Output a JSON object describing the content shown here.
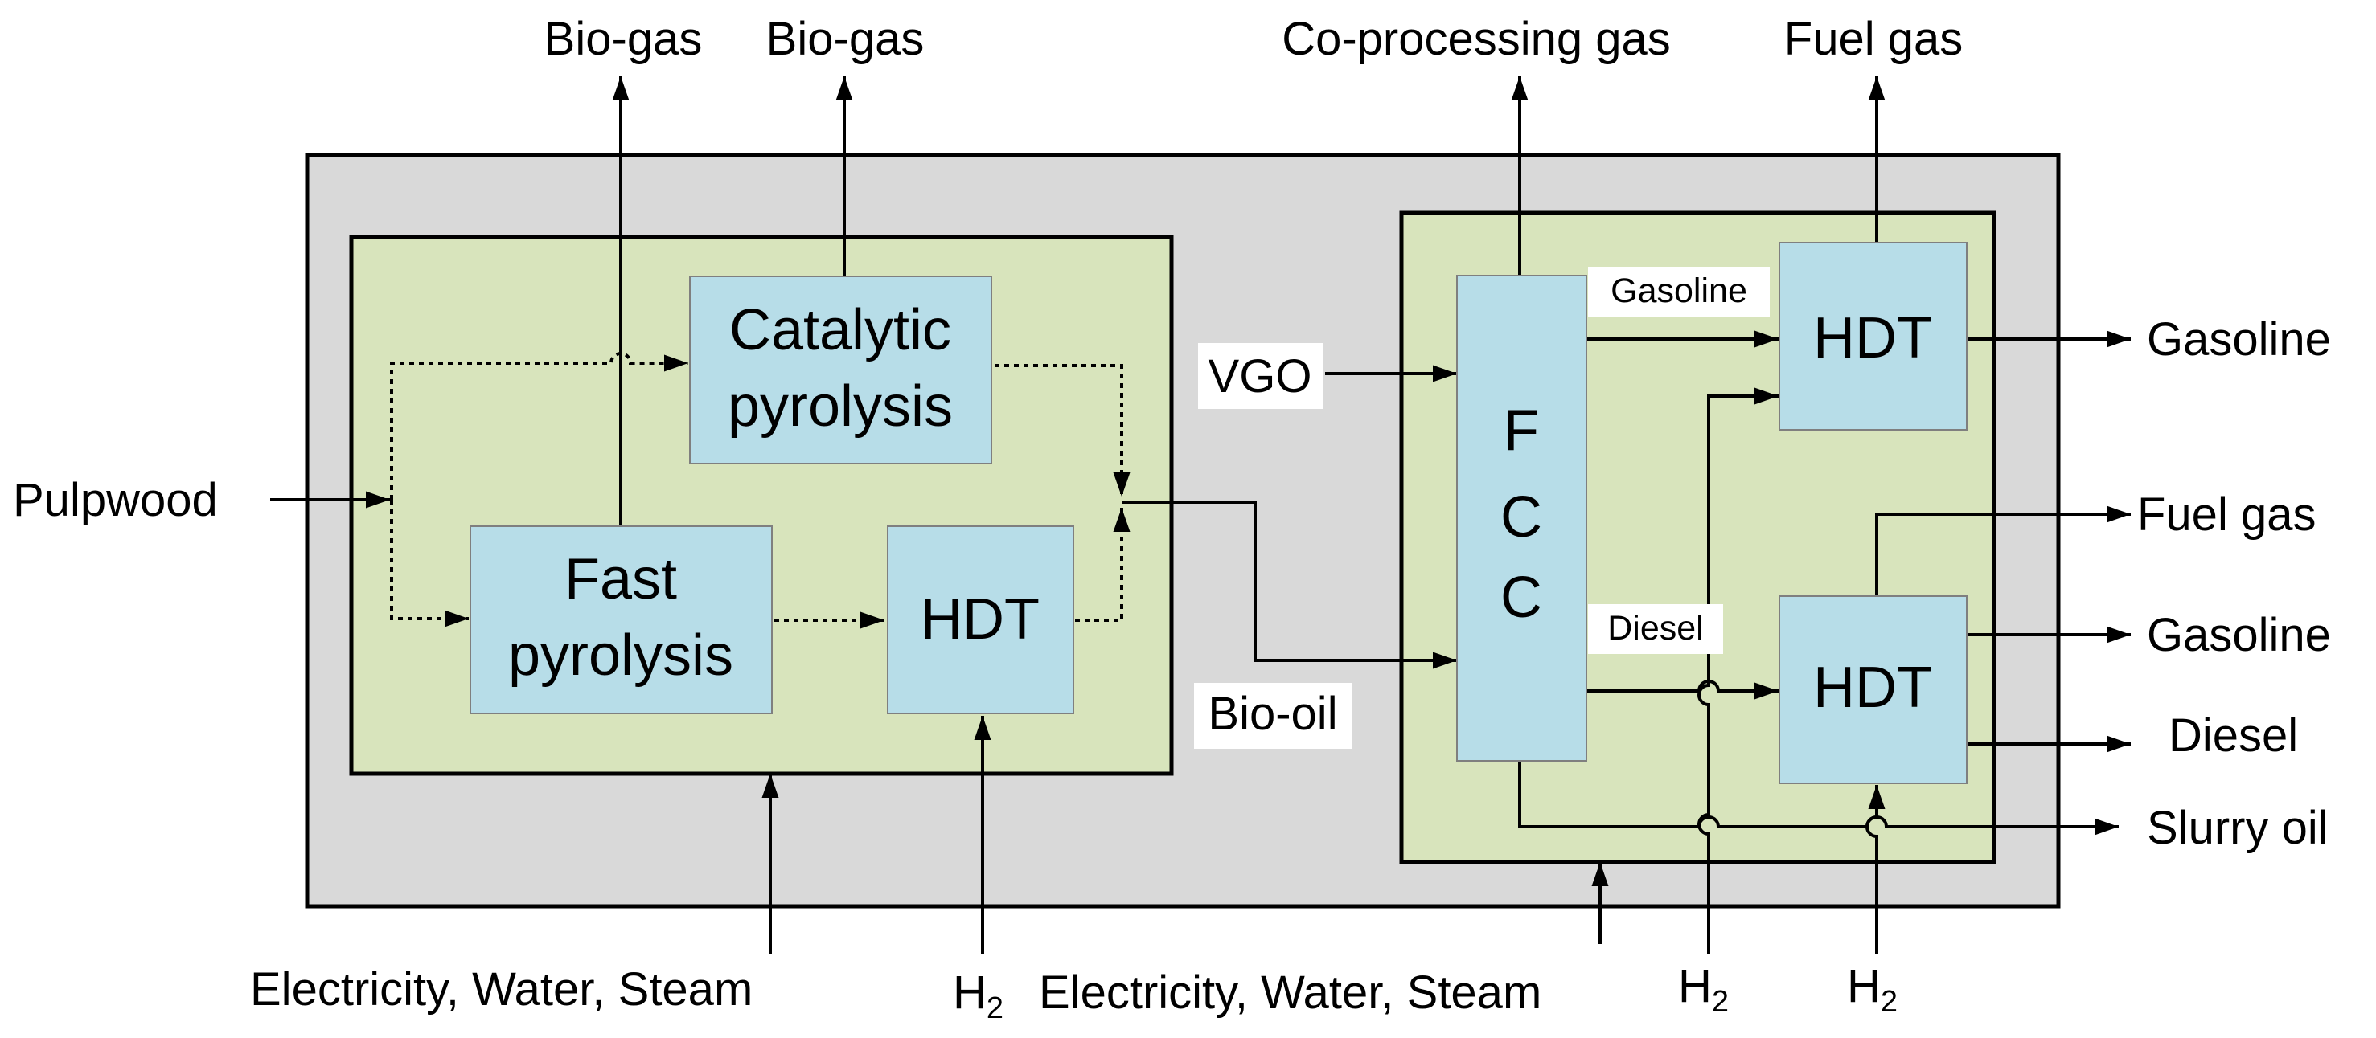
{
  "colors": {
    "outer_fill": "#d9d9d9",
    "panel_fill": "#d8e4bc",
    "unit_fill": "#b7dde8",
    "line": "#000000"
  },
  "units": {
    "catalytic_line1": "Catalytic",
    "catalytic_line2": "pyrolysis",
    "fast_line1": "Fast",
    "fast_line2": "pyrolysis",
    "hdt_left": "HDT",
    "fcc_f": "F",
    "fcc_c1": "C",
    "fcc_c2": "C",
    "hdt_top": "HDT",
    "hdt_bottom": "HDT"
  },
  "inputs": {
    "pulpwood": "Pulpwood",
    "vgo": "VGO",
    "utilities_left": "Electricity, Water, Steam",
    "utilities_right": "Electricity, Water, Steam",
    "h2_base": "H",
    "h2_sub": "2"
  },
  "outputs": {
    "biogas_1": "Bio-gas",
    "biogas_2": "Bio-gas",
    "coprocessing_gas": "Co-processing gas",
    "fuel_gas_top": "Fuel gas",
    "gasoline_top": "Gasoline",
    "fuel_gas_mid": "Fuel gas",
    "gasoline_mid": "Gasoline",
    "diesel": "Diesel",
    "slurry_oil": "Slurry oil"
  },
  "streams": {
    "bio_oil": "Bio-oil",
    "gasoline": "Gasoline",
    "diesel": "Diesel"
  }
}
